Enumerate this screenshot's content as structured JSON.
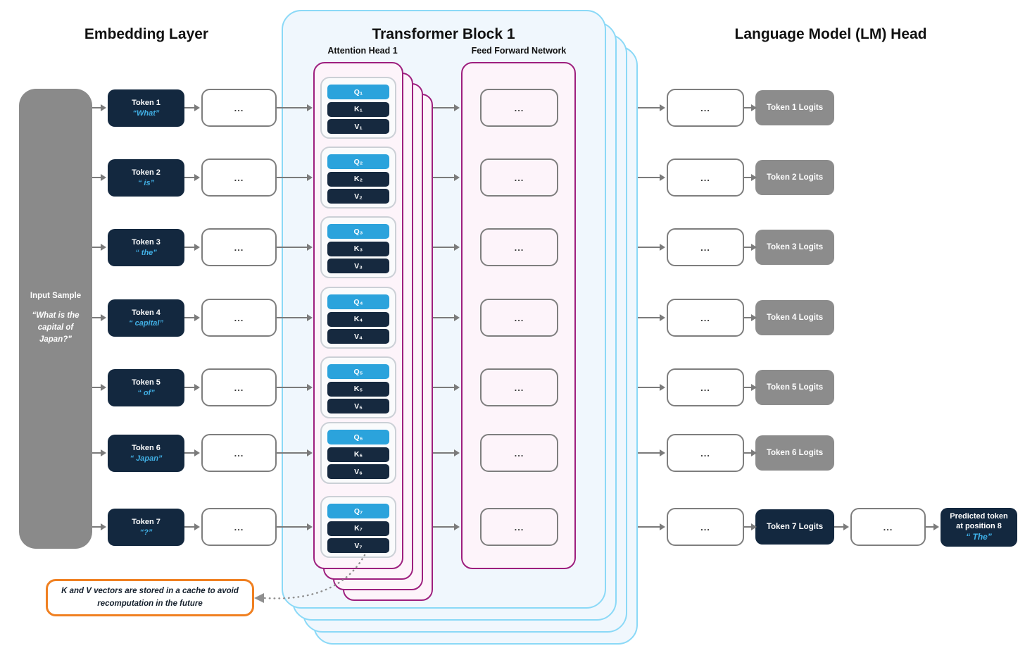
{
  "titles": {
    "embedding": "Embedding Layer",
    "transformer": "Transformer Block 1",
    "attention": "Attention Head 1",
    "ffn": "Feed Forward Network",
    "lm_head": "Language Model (LM) Head"
  },
  "input_sample": {
    "label": "Input Sample",
    "quote": "“What is the\ncapital of\nJapan?”"
  },
  "ellipsis": "...",
  "rows": [
    {
      "token_label": "Token 1",
      "token_word": "“What”",
      "q": "Q₁",
      "k": "K₁",
      "v": "V₁",
      "logits": "Token 1 Logits"
    },
    {
      "token_label": "Token 2",
      "token_word": "“ is”",
      "q": "Q₂",
      "k": "K₂",
      "v": "V₂",
      "logits": "Token 2 Logits"
    },
    {
      "token_label": "Token 3",
      "token_word": "“ the”",
      "q": "Q₃",
      "k": "K₃",
      "v": "V₃",
      "logits": "Token 3 Logits"
    },
    {
      "token_label": "Token 4",
      "token_word": "“ capital”",
      "q": "Q₄",
      "k": "K₄",
      "v": "V₄",
      "logits": "Token 4 Logits"
    },
    {
      "token_label": "Token 5",
      "token_word": "“ of”",
      "q": "Q₅",
      "k": "K₅",
      "v": "V₅",
      "logits": "Token 5 Logits"
    },
    {
      "token_label": "Token 6",
      "token_word": "“ Japan”",
      "q": "Q₆",
      "k": "K₆",
      "v": "V₆",
      "logits": "Token 6 Logits"
    },
    {
      "token_label": "Token 7",
      "token_word": "“?”",
      "q": "Q₇",
      "k": "K₇",
      "v": "V₇",
      "logits": "Token 7 Logits"
    }
  ],
  "predicted": {
    "line1": "Predicted token",
    "line2": "at position 8",
    "word": "“ The”"
  },
  "callout": {
    "line1": "K and V vectors are stored in a cache to avoid",
    "line2": "recomputation in the future"
  },
  "colors": {
    "navy": "#13283f",
    "token_word_blue": "#41afe4",
    "q_blue": "#2ba3dc",
    "card_border_blue": "#8bd9f7",
    "card_fill_blue": "#f0f7fd",
    "panel_border_purple": "#9d1f7e",
    "panel_fill_pink": "#fdf4fa",
    "logits_gray": "#8c8c8c",
    "callout_orange": "#f08021",
    "arrow_gray": "#7b7b7b"
  }
}
